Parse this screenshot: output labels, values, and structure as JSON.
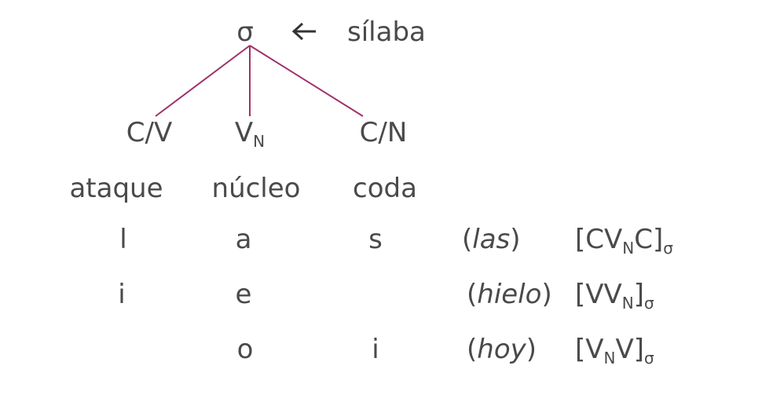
{
  "tree": {
    "root": "σ",
    "root_label": "sílaba",
    "branches": [
      {
        "top": "C/V",
        "top_sub": "",
        "label": "ataque"
      },
      {
        "top": "V",
        "top_sub": "N",
        "label": "núcleo"
      },
      {
        "top": "C/N",
        "top_sub": "",
        "label": "coda"
      }
    ],
    "line_color": "#a0306a"
  },
  "examples": [
    {
      "onset": "l",
      "nucleus": "a",
      "coda": "s",
      "word": "las",
      "formula": [
        {
          "text": "[CV"
        },
        {
          "sub": "N"
        },
        {
          "text": "C]"
        },
        {
          "sub": "σ"
        }
      ]
    },
    {
      "onset": "i",
      "nucleus": "e",
      "coda": "",
      "word": "hielo",
      "formula": [
        {
          "text": "[VV"
        },
        {
          "sub": "N"
        },
        {
          "text": "]"
        },
        {
          "sub": "σ"
        }
      ]
    },
    {
      "onset": "",
      "nucleus": "o",
      "coda": "i",
      "word": "hoy",
      "formula": [
        {
          "text": "[V"
        },
        {
          "sub": "N"
        },
        {
          "text": "V]"
        },
        {
          "sub": "σ"
        }
      ]
    }
  ],
  "punct": {
    "open": "(",
    "close": ")"
  }
}
